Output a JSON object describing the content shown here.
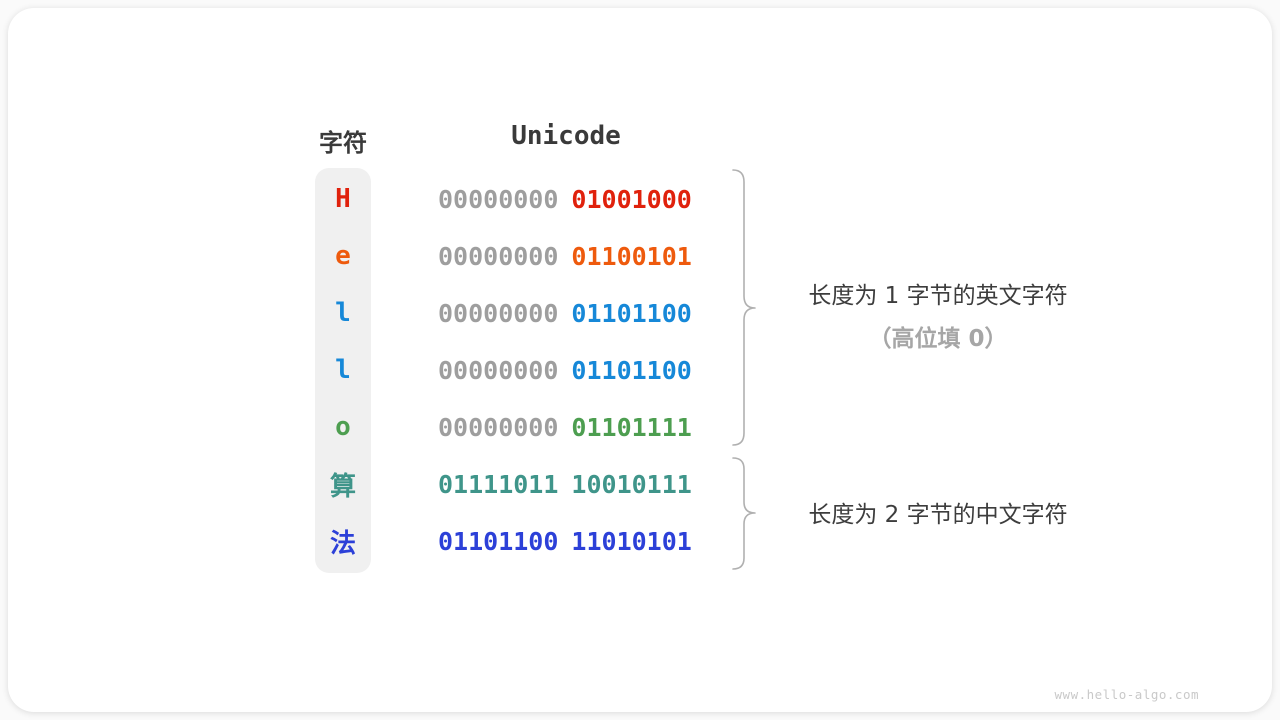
{
  "table": {
    "headers": {
      "char": "字符",
      "unicode": "Unicode"
    },
    "rows": [
      {
        "char": "H",
        "octet1": "00000000",
        "octet2": "01001000",
        "color": "#e0210c",
        "octet1_gray": true
      },
      {
        "char": "e",
        "octet1": "00000000",
        "octet2": "01100101",
        "color": "#ee5a0d",
        "octet1_gray": true
      },
      {
        "char": "l",
        "octet1": "00000000",
        "octet2": "01101100",
        "color": "#1688d8",
        "octet1_gray": true
      },
      {
        "char": "l",
        "octet1": "00000000",
        "octet2": "01101100",
        "color": "#1688d8",
        "octet1_gray": true
      },
      {
        "char": "o",
        "octet1": "00000000",
        "octet2": "01101111",
        "color": "#4d9e50",
        "octet1_gray": true
      },
      {
        "char": "算",
        "octet1": "01111011",
        "octet2": "10010111",
        "color": "#3f958a",
        "octet1_gray": false
      },
      {
        "char": "法",
        "octet1": "01101100",
        "octet2": "11010101",
        "color": "#2c40d8",
        "octet1_gray": false
      }
    ]
  },
  "annotations": {
    "english_group": {
      "line1": "长度为 1 字节的英文字符",
      "line2": "（高位填 0）"
    },
    "chinese_group": {
      "line1": "长度为 2 字节的中文字符"
    }
  },
  "watermark": "www.hello-algo.com",
  "colors": {
    "gray_octet": "#9e9e9e",
    "char_column_bg": "#f0f0f0",
    "header_text": "#3a3a3a",
    "annotation_text": "#3d3d3d",
    "annotation_muted": "#a6a6a6",
    "brace": "#b0b0b0",
    "watermark": "#c9c9c9",
    "card_bg": "#ffffff"
  }
}
